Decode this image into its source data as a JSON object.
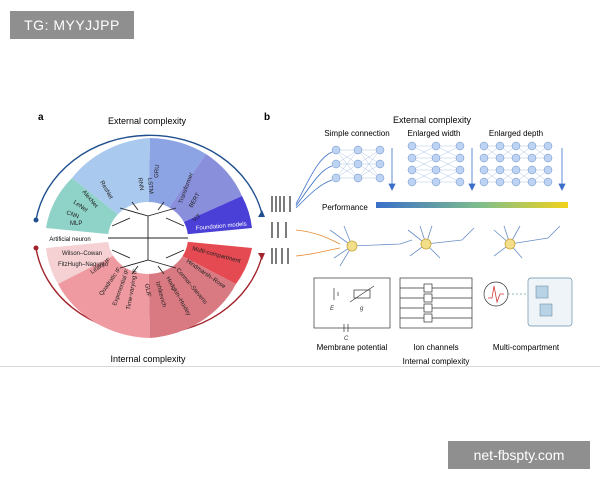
{
  "watermark_top": "TG: MYYJJPP",
  "watermark_bottom": "net-fbspty.com",
  "panel_a": {
    "label": "a",
    "external_title": "External complexity",
    "internal_title": "Internal complexity",
    "center_label": "Artificial neuron",
    "external_items": [
      "MLP",
      "CNN",
      "LeNet",
      "AlexNet",
      "ResNet",
      "RNN",
      "LSTM",
      "GRU",
      "Transformer",
      "BERT",
      "ViT",
      "Foundation models"
    ],
    "internal_items": [
      "Wilson–Cowan",
      "FitzHugh–Nagumo",
      "Leaky IF",
      "Quadratic IF",
      "Exponential IF",
      "Time-varying IF",
      "GLIF",
      "Izhikevich",
      "Hodgkin–Huxley",
      "Connor–Stevens",
      "Hindmarsh–Rose",
      "Multi-compartment"
    ]
  },
  "panel_b": {
    "label": "b",
    "external_title": "External complexity",
    "columns": [
      "Simple connection",
      "Enlarged width",
      "Enlarged depth"
    ],
    "performance_label": "Performance",
    "bottom_labels": [
      "Membrane potential",
      "Ion channels",
      "Multi-compartment"
    ],
    "internal_title": "Internal complexity",
    "circuit_labels": [
      "E",
      "g",
      "C"
    ]
  }
}
